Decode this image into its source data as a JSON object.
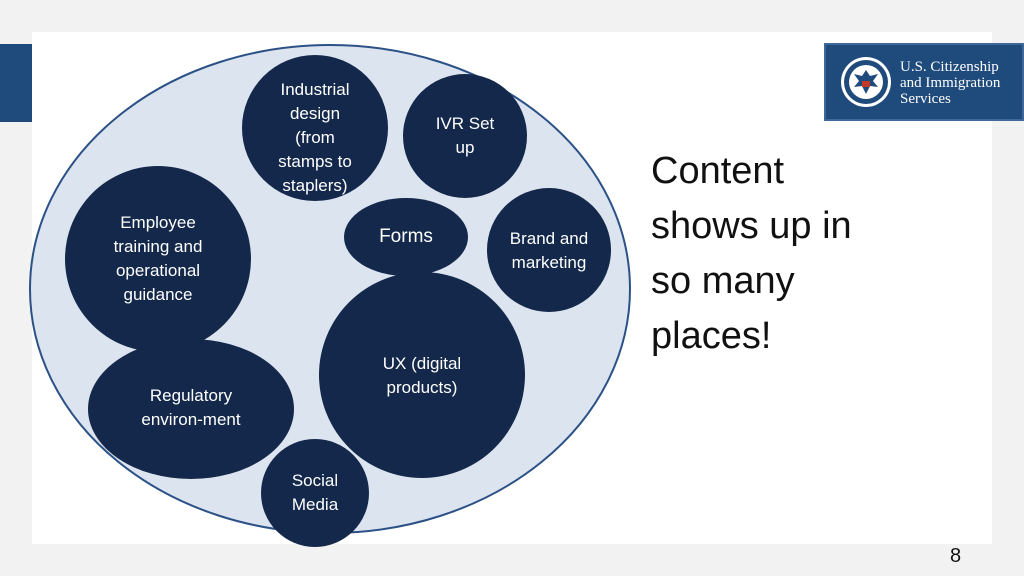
{
  "diagram": {
    "bubbles": [
      {
        "id": "industrial",
        "label": "Industrial design (from stamps to staplers)",
        "lines": [
          "Industrial",
          "design",
          "(from",
          "stamps to",
          "staplers)"
        ]
      },
      {
        "id": "ivr",
        "label": "IVR Set up",
        "lines": [
          "IVR Set",
          "up"
        ]
      },
      {
        "id": "employee",
        "label": "Employee training and operational guidance",
        "lines": [
          "Employee",
          "training and",
          "operational",
          "guidance"
        ]
      },
      {
        "id": "forms",
        "label": "Forms",
        "lines": [
          "Forms"
        ]
      },
      {
        "id": "brand",
        "label": "Brand and marketing",
        "lines": [
          "Brand and",
          "marketing"
        ]
      },
      {
        "id": "ux",
        "label": "UX (digital products)",
        "lines": [
          "UX (digital",
          "products)"
        ]
      },
      {
        "id": "regulatory",
        "label": "Regulatory environ-ment",
        "lines": [
          "Regulatory",
          "environ-ment"
        ]
      },
      {
        "id": "social",
        "label": "Social Media",
        "lines": [
          "Social",
          "Media"
        ]
      }
    ],
    "colors": {
      "bubble": "#13284a",
      "ellipse_fill": "#dce4f0",
      "ellipse_stroke": "#2b5187"
    }
  },
  "headline": {
    "lines": [
      "Content",
      "shows up in",
      "so many",
      "places!"
    ]
  },
  "logo": {
    "lines": [
      "U.S. Citizenship",
      "and Immigration",
      "Services"
    ],
    "icon": "dhs-seal-icon",
    "color": "#1f4a7c"
  },
  "page_number": "8"
}
